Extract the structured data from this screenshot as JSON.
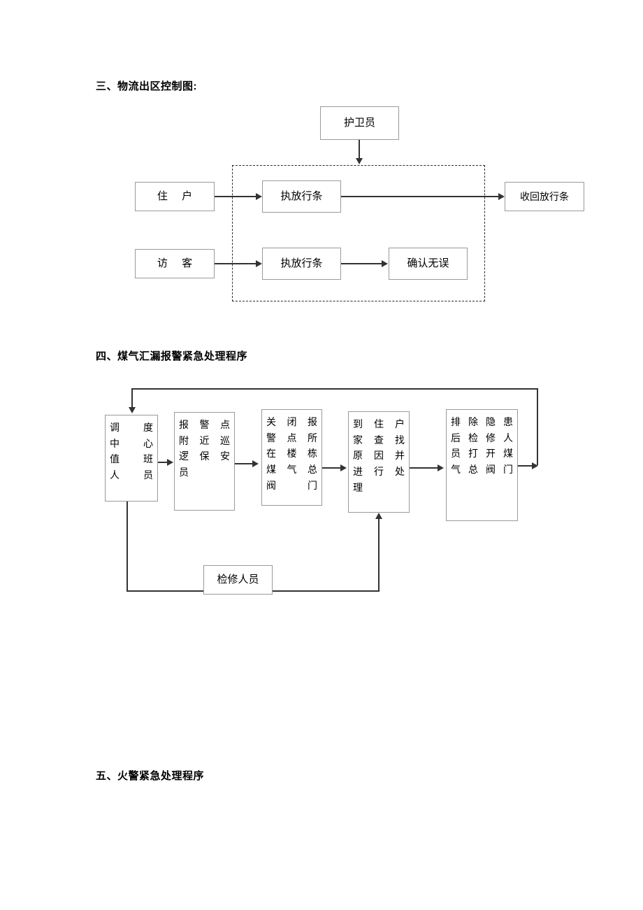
{
  "document": {
    "sections": [
      {
        "id": "sec3",
        "heading": "三、物流出区控制图:"
      },
      {
        "id": "sec4",
        "heading": "四、煤气汇漏报警紧急处理程序"
      },
      {
        "id": "sec5",
        "heading": "五、火警紧急处理程序"
      }
    ]
  },
  "diagram1": {
    "title": "物流出区控制图",
    "nodes": {
      "guard": "护卫员",
      "resident": "住 户",
      "issue_pass_1": "执放行条",
      "recover_pass": "收回放行条",
      "visitor": "访 客",
      "issue_pass_2": "执放行条",
      "confirm_ok": "确认无误"
    },
    "region_label": ""
  },
  "diagram2": {
    "title": "煤气汇漏报警紧急处理程序",
    "nodes": {
      "dispatch": {
        "lines": [
          "调 度",
          "中 心",
          "值 班",
          "人员"
        ]
      },
      "patrol": {
        "lines": [
          "报警点",
          "附近巡",
          "逻保安",
          "员"
        ]
      },
      "closevalve": {
        "lines": [
          "关闭报",
          "警点所",
          "在楼栋",
          "煤气总",
          "阀门"
        ]
      },
      "inspect": {
        "lines": [
          "到住户",
          "家查找",
          "原因并",
          "进行处",
          "理"
        ]
      },
      "reopen": {
        "lines": [
          "排除隐患",
          "后检修人",
          "员打开煤",
          "气总阀门"
        ]
      },
      "maintenance": "检修人员"
    }
  }
}
